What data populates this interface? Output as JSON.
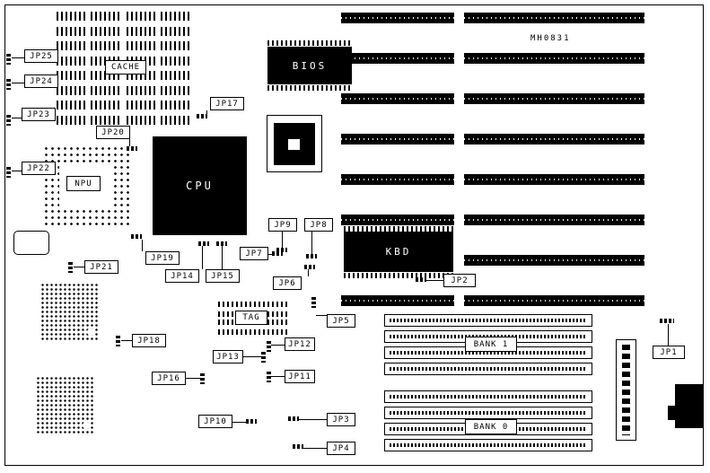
{
  "board": {
    "id": "MH0831"
  },
  "components": {
    "cache": {
      "label": "CACHE"
    },
    "bios": {
      "label": "BIOS"
    },
    "cpu": {
      "label": "CPU"
    },
    "npu": {
      "label": "NPU"
    },
    "kbd": {
      "label": "KBD"
    },
    "tag": {
      "label": "TAG"
    },
    "bank1": {
      "label": "BANK 1"
    },
    "bank0": {
      "label": "BANK 0"
    }
  },
  "jumpers": {
    "jp1": "JP1",
    "jp2": "JP2",
    "jp3": "JP3",
    "jp4": "JP4",
    "jp5": "JP5",
    "jp6": "JP6",
    "jp7": "JP7",
    "jp8": "JP8",
    "jp9": "JP9",
    "jp10": "JP10",
    "jp11": "JP11",
    "jp12": "JP12",
    "jp13": "JP13",
    "jp14": "JP14",
    "jp15": "JP15",
    "jp16": "JP16",
    "jp17": "JP17",
    "jp18": "JP18",
    "jp19": "JP19",
    "jp20": "JP20",
    "jp21": "JP21",
    "jp22": "JP22",
    "jp23": "JP23",
    "jp24": "JP24",
    "jp25": "JP25"
  }
}
